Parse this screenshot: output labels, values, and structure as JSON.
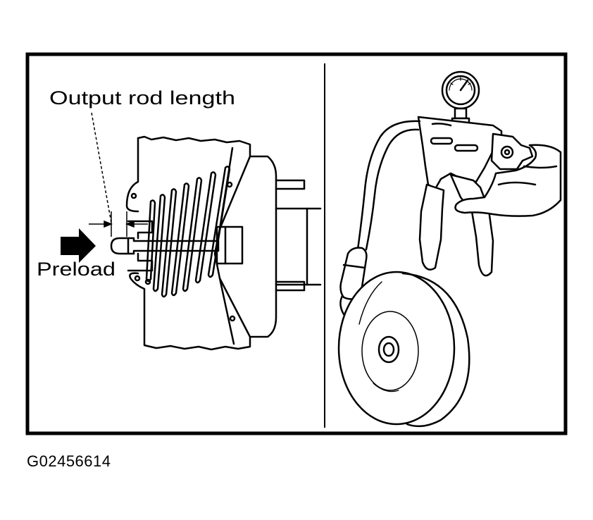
{
  "labels": {
    "output_rod_length": "Output rod length",
    "preload": "Preload"
  },
  "figure_code": "G02456614",
  "colors": {
    "ink": "#000000",
    "paper": "#ffffff"
  }
}
